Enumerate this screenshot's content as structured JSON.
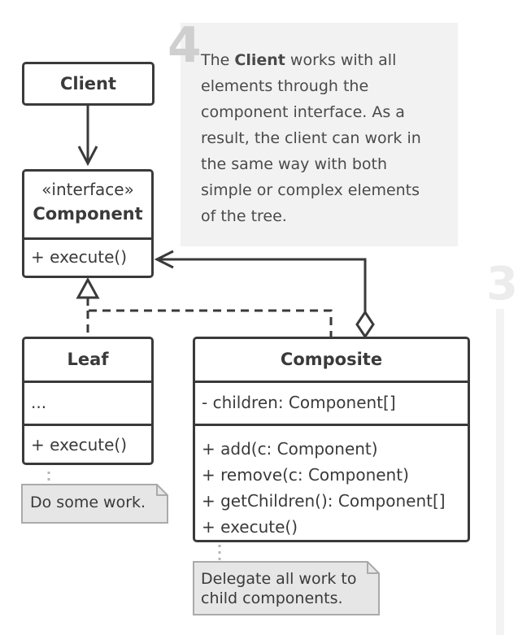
{
  "step_note": {
    "number": "4",
    "text_before": "The ",
    "bold": "Client",
    "text_after": " works with all elements through the component interface. As a result, the client can work in the same way with both simple or complex elements of the tree."
  },
  "background_step_number": "3",
  "client": {
    "title": "Client"
  },
  "component": {
    "stereotype": "«interface»",
    "title": "Component",
    "methods": [
      "+ execute()"
    ]
  },
  "leaf": {
    "title": "Leaf",
    "fields": [
      "..."
    ],
    "methods": [
      "+ execute()"
    ]
  },
  "composite": {
    "title": "Composite",
    "fields": [
      "- children: Component[]"
    ],
    "methods": [
      "+ add(c: Component)",
      "+ remove(c: Component)",
      "+ getChildren(): Component[]",
      "+ execute()"
    ]
  },
  "notes": {
    "leaf_note": "Do some work.",
    "composite_note_line1": "Delegate all work to",
    "composite_note_line2": "child components."
  },
  "colors": {
    "line": "#3a3a3a",
    "note_bg": "#e6e6e6",
    "panel_bg": "#f2f2f2"
  }
}
